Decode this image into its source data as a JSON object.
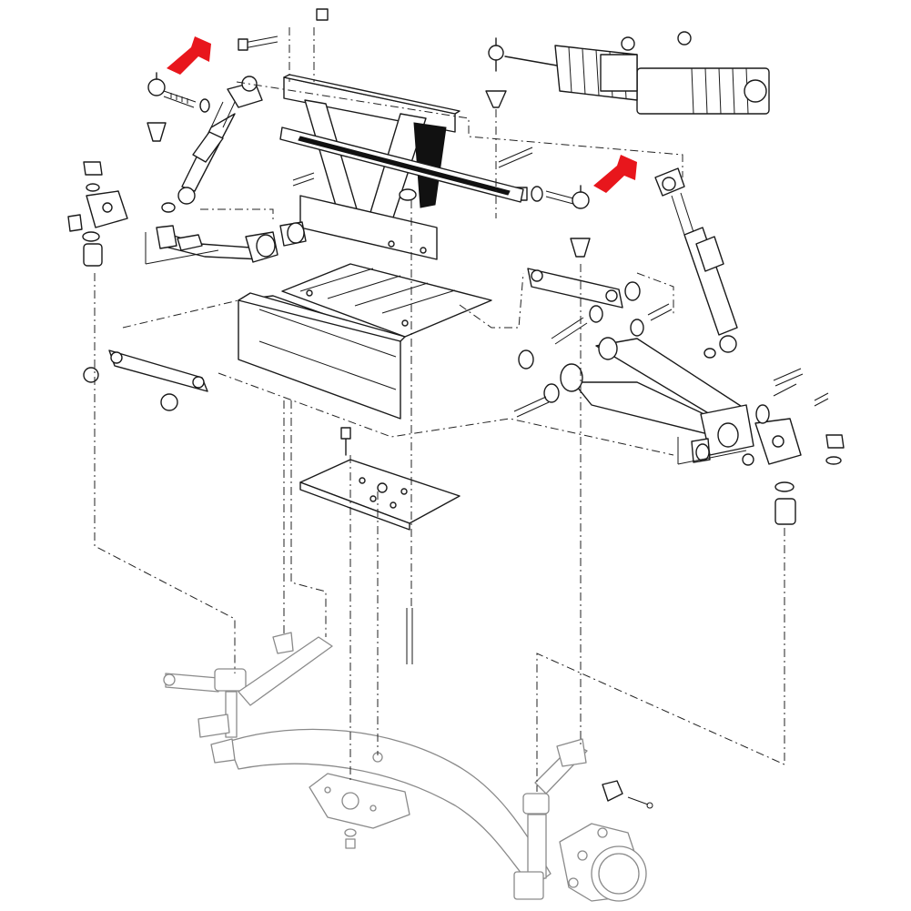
{
  "diagram": {
    "style": "exploded line drawing, front suspension assembly",
    "background": "#ffffff",
    "line_color": "#1a1a1a",
    "ghost_color": "#8a8a8a",
    "callouts": [
      {
        "id": "left-tie-rod-end",
        "indicator": "arrow",
        "color": "#e8161c"
      },
      {
        "id": "right-tie-rod-end",
        "indicator": "arrow",
        "color": "#e8161c"
      }
    ],
    "components": [
      "steering-gear-boot",
      "tie-rod",
      "tie-rod-end",
      "shock-absorber",
      "frame-bracket",
      "upper-a-arm",
      "lower-a-arm",
      "leaf-spring-plate",
      "front-axle-beam",
      "spindle-and-hub"
    ]
  }
}
